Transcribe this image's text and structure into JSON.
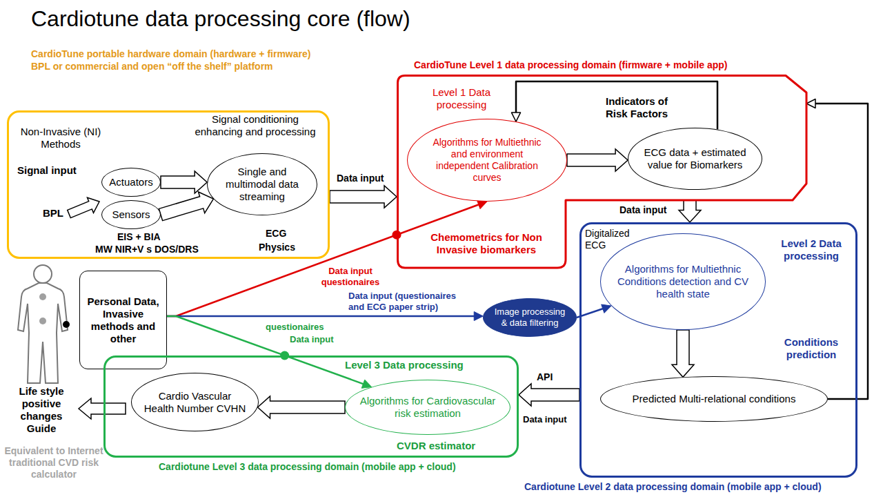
{
  "diagram": {
    "title": "Cardiotune data processing core (flow)",
    "nodes": [
      {
        "text": [
          "CardioTune portable hardware domain (hardware + firmware)",
          "BPL or commercial and open “off the shelf” platform",
          "Non-Invasive (NI) Methods",
          "Signal conditioning enhancing and processing",
          "Signal input",
          "BPL",
          "EIS + BIA",
          "MW NIR+V s DOS/DRS",
          "ECG",
          "Physics"
        ]
      },
      {
        "text": [
          "Actuators"
        ],
        "in": 0
      },
      {
        "text": [
          "Sensors"
        ],
        "in": 0
      },
      {
        "text": [
          "Single and multimodal data streaming"
        ],
        "in": 0
      },
      {
        "text": [
          "CardioTune Level 1 data processing domain (firmware + mobile app)",
          "Level 1 Data processing",
          "Indicators of Risk Factors",
          "Chemometrics for Non Invasive biomarkers"
        ]
      },
      {
        "text": [
          "Algorithms for Multiethnic and environment independent Calibration curves"
        ],
        "in": 4
      },
      {
        "text": [
          "ECG data + estimated value for Biomarkers"
        ],
        "in": 4
      },
      {
        "text": [
          "Personal Data, Invasive methods and other"
        ]
      },
      {
        "text": [
          "Image processing & data filtering"
        ]
      },
      {
        "text": [
          "Level 2 Data processing",
          "Conditions prediction",
          "Digitalized ECG",
          "Cardiotune Level 2 data processing domain (mobile app + cloud)"
        ]
      },
      {
        "text": [
          "Algorithms for Multiethnic Conditions detection and CV health state"
        ],
        "in": 9
      },
      {
        "text": [
          "Predicted Multi-relational conditions"
        ],
        "in": 9
      },
      {
        "text": [
          "Level 3 Data processing",
          "CVDR estimator",
          "Cardiotune Level 3 data processing domain (mobile app + cloud)"
        ]
      },
      {
        "text": [
          "Cardio Vascular Health Number CVHN"
        ],
        "in": 12
      },
      {
        "text": [
          "Algorithms for Cardiovascular risk estimation"
        ],
        "in": 12
      }
    ],
    "edges": [
      {
        "from": 1,
        "to": 3,
        "arrow": "to"
      },
      {
        "from": 2,
        "to": 3,
        "arrow": "to"
      },
      {
        "from": 0,
        "to": 4,
        "label": "Data input",
        "arrow": "to"
      },
      {
        "from": 5,
        "to": 6,
        "arrow": "to"
      },
      {
        "from": 6,
        "to": 5,
        "arrow": "to"
      },
      {
        "from": 7,
        "to": 5,
        "label": "Data input questionaires",
        "arrow": "to"
      },
      {
        "from": 7,
        "to": 8,
        "label": "Data input (questionaires and ECG paper strip)",
        "arrow": "to"
      },
      {
        "from": 8,
        "to": 10,
        "arrow": "to"
      },
      {
        "from": 7,
        "to": 14,
        "arrow": "to"
      },
      {
        "from": 4,
        "to": 9,
        "label": "Data input",
        "arrow": "to"
      },
      {
        "from": 10,
        "to": 11,
        "arrow": "to"
      },
      {
        "from": 11,
        "to": 4,
        "arrow": "to"
      },
      {
        "from": 9,
        "to": 12,
        "label": "API",
        "arrow": "to"
      },
      {
        "from": 14,
        "to": 13,
        "arrow": "to"
      }
    ],
    "labels": [
      "questionaires",
      "Data input",
      "Data input",
      "Life style positive changes Guide",
      "Equivalent to Internet traditional CVD risk calculator"
    ]
  }
}
